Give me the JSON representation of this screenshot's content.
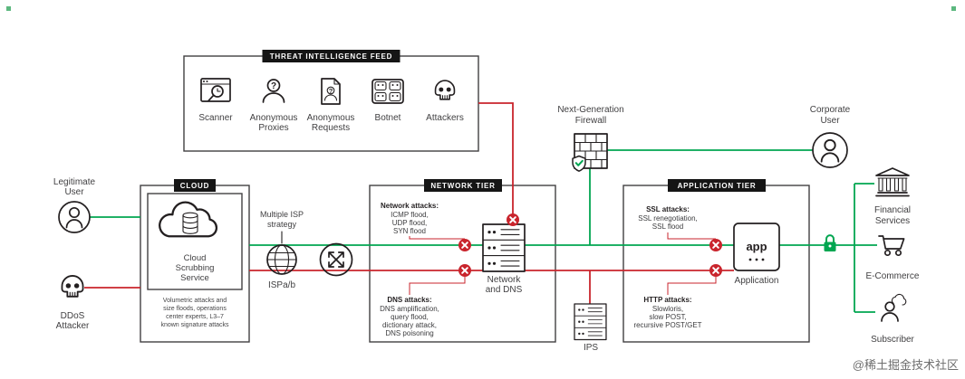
{
  "colors": {
    "traffic_clean": "#00A651",
    "traffic_attack": "#C9242C",
    "ink": "#231F20"
  },
  "threat_feed": {
    "title": "THREAT INTELLIGENCE FEED",
    "question_mark": "?",
    "items": [
      {
        "lines": [
          "Scanner",
          ""
        ]
      },
      {
        "lines": [
          "Anonymous",
          "Proxies"
        ]
      },
      {
        "lines": [
          "Anonymous",
          "Requests"
        ]
      },
      {
        "lines": [
          "Botnet",
          ""
        ]
      },
      {
        "lines": [
          "Attackers",
          ""
        ]
      }
    ]
  },
  "sources": {
    "legitimate_user": {
      "lines": [
        "Legitimate",
        "User"
      ]
    },
    "ddos_attacker": {
      "lines": [
        "DDoS",
        "Attacker"
      ]
    }
  },
  "cloud": {
    "title": "CLOUD",
    "service_lines": [
      "Cloud",
      "Scrubbing",
      "Service"
    ],
    "notes": [
      "Volumetric attacks and",
      "size floods, operations",
      "center experts, L3–7",
      "known signature attacks"
    ]
  },
  "isp": {
    "caption_lines": [
      "Multiple ISP",
      "strategy"
    ],
    "label": "ISPa/b"
  },
  "network_tier": {
    "title": "NETWORK TIER",
    "network_attacks": {
      "heading": "Network attacks:",
      "items": [
        "ICMP flood,",
        "UDP flood,",
        "SYN flood"
      ]
    },
    "dns_attacks": {
      "heading": "DNS attacks:",
      "items": [
        "DNS amplification,",
        "query flood,",
        "dictionary attack,",
        "DNS poisoning"
      ]
    },
    "server_lines": [
      "Network",
      "and DNS"
    ]
  },
  "security": {
    "firewall_lines": [
      "Next-Generation",
      "Firewall"
    ],
    "ips_label": "IPS"
  },
  "application_tier": {
    "title": "APPLICATION TIER",
    "ssl_attacks": {
      "heading": "SSL attacks:",
      "items": [
        "SSL renegotiation,",
        "SSL flood"
      ]
    },
    "http_attacks": {
      "heading": "HTTP attacks:",
      "items": [
        "Slowloris,",
        "slow POST,",
        "recursive POST/GET"
      ]
    },
    "app_icon_text": "app",
    "app_label": "Application"
  },
  "destinations": {
    "corporate_user": {
      "lines": [
        "Corporate",
        "User"
      ]
    },
    "financial_services": {
      "lines": [
        "Financial",
        "Services"
      ]
    },
    "ecommerce": {
      "label": "E-Commerce"
    },
    "subscriber": {
      "label": "Subscriber"
    }
  },
  "watermark": "@稀土掘金技术社区"
}
